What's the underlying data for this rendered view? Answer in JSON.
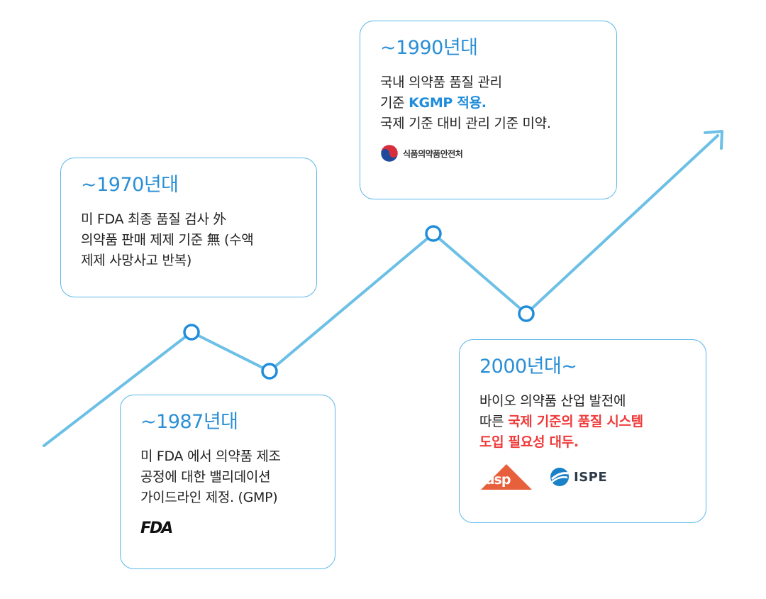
{
  "colors": {
    "line": "#6cc0e5",
    "node_stroke": "#1f8ddb",
    "card_border": "#5cb8ea",
    "title": "#2a8fd6",
    "accent_blue": "#1f8ddb",
    "accent_red": "#f03a3a",
    "usp": "#e85f3c",
    "ispe_blue": "#1a80c8"
  },
  "cards": {
    "c1970": {
      "title": "~1970년대",
      "lines": [
        "미 FDA 최종 품질 검사 外",
        "의약품 판매 제제 기준 無 (수액",
        "제제 사망사고 반복)"
      ]
    },
    "c1987": {
      "title": "~1987년대",
      "lines": [
        "미 FDA 에서 의약품 제조",
        "공정에 대한 밸리데이션",
        "가이드라인 제정. (GMP)"
      ],
      "logo_text": "FDA"
    },
    "c1990": {
      "title": "~1990년대",
      "line1": "국내 의약품 품질 관리",
      "line2_prefix": "기준 ",
      "line2_highlight": "KGMP 적용.",
      "line3": "국제 기준 대비 관리 기준 미약.",
      "logo_text": "식품의약품안전처",
      "logo_icon": "taegeuk-icon"
    },
    "c2000": {
      "title": "2000년대~",
      "line1": "바이오 의약품 산업 발전에",
      "line2_prefix": "따른 ",
      "line2_highlight": "국제 기준의 품질 시스템",
      "line3_highlight": "도입 필요성 대두.",
      "logos": {
        "usp": "usp",
        "ispe": "ISPE"
      }
    }
  }
}
